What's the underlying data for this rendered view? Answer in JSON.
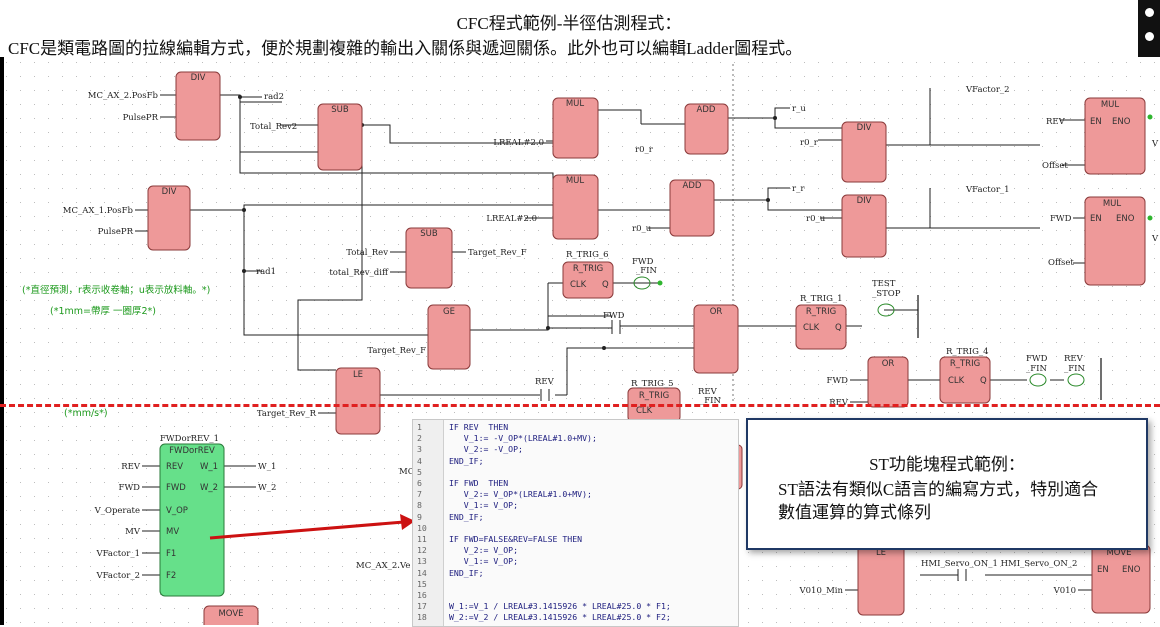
{
  "header": {
    "title": "CFC程式範例-半徑估測程式：",
    "subtitle": "CFC是類電路圖的拉線編輯方式，便於規劃複雜的輸出入關係與遞迴關係。此外也可以編輯Ladder圖程式。"
  },
  "blocks": [
    {
      "id": "div1",
      "name": "DIV"
    },
    {
      "id": "div2",
      "name": "DIV"
    },
    {
      "id": "sub1",
      "name": "SUB"
    },
    {
      "id": "sub2",
      "name": "SUB"
    },
    {
      "id": "mul1",
      "name": "MUL"
    },
    {
      "id": "mul2",
      "name": "MUL"
    },
    {
      "id": "add1",
      "name": "ADD"
    },
    {
      "id": "add2",
      "name": "ADD"
    },
    {
      "id": "div3",
      "name": "DIV"
    },
    {
      "id": "div4",
      "name": "DIV"
    },
    {
      "id": "mul3",
      "name": "MUL"
    },
    {
      "id": "mul4",
      "name": "MUL"
    },
    {
      "id": "mul3_en",
      "name": "EN"
    },
    {
      "id": "mul3_eno",
      "name": "ENO"
    },
    {
      "id": "mul4_en",
      "name": "EN"
    },
    {
      "id": "mul4_eno",
      "name": "ENO"
    },
    {
      "id": "rtrig6",
      "name": "R_TRIG"
    },
    {
      "id": "rtrig6_clk",
      "name": "CLK"
    },
    {
      "id": "rtrig6_q",
      "name": "Q"
    },
    {
      "id": "ge",
      "name": "GE"
    },
    {
      "id": "or1",
      "name": "OR"
    },
    {
      "id": "rtrig1",
      "name": "R_TRIG"
    },
    {
      "id": "rtrig1_clk",
      "name": "CLK"
    },
    {
      "id": "rtrig1_q",
      "name": "Q"
    },
    {
      "id": "le1",
      "name": "LE"
    },
    {
      "id": "or2",
      "name": "OR"
    },
    {
      "id": "rtrig4",
      "name": "R_TRIG"
    },
    {
      "id": "rtrig4_clk",
      "name": "CLK"
    },
    {
      "id": "rtrig4_q",
      "name": "Q"
    },
    {
      "id": "rtrig5",
      "name": "R_TRIG"
    },
    {
      "id": "rtrig5_clk",
      "name": "CLK"
    },
    {
      "id": "fwd_title",
      "name": "FWDorREV"
    },
    {
      "id": "fp_rev",
      "name": "REV"
    },
    {
      "id": "fp_fwd",
      "name": "FWD"
    },
    {
      "id": "fp_vop",
      "name": "V_OP"
    },
    {
      "id": "fp_mv",
      "name": "MV"
    },
    {
      "id": "fp_f1",
      "name": "F1"
    },
    {
      "id": "fp_f2",
      "name": "F2"
    },
    {
      "id": "fp_w1",
      "name": "W_1"
    },
    {
      "id": "fp_w2",
      "name": "W_2"
    },
    {
      "id": "le2",
      "name": "LE"
    },
    {
      "id": "move1",
      "name": "MOVE"
    },
    {
      "id": "move1_en",
      "name": "EN"
    },
    {
      "id": "move1_eno",
      "name": "ENO"
    },
    {
      "id": "move2",
      "name": "MOVE"
    }
  ],
  "labels": [
    {
      "id": "l_axis2",
      "text": "MC_AX_2.PosFb"
    },
    {
      "id": "l_pulse1",
      "text": "PulsePR"
    },
    {
      "id": "l_rad2",
      "text": "rad2"
    },
    {
      "id": "l_totalrev2",
      "text": "Total_Rev2"
    },
    {
      "id": "l_lreal1",
      "text": "LREAL#2.0"
    },
    {
      "id": "l_r0r",
      "text": "r0_r"
    },
    {
      "id": "l_ru",
      "text": "r_u"
    },
    {
      "id": "l_r0r2",
      "text": "r0_r"
    },
    {
      "id": "l_vf2",
      "text": "VFactor_2"
    },
    {
      "id": "l_rev1",
      "text": "REV"
    },
    {
      "id": "l_offset1",
      "text": "Offset"
    },
    {
      "id": "l_vcut1",
      "text": "V"
    },
    {
      "id": "l_axis1",
      "text": "MC_AX_1.PosFb"
    },
    {
      "id": "l_pulse2",
      "text": "PulsePR"
    },
    {
      "id": "l_lreal2",
      "text": "LREAL#2.0"
    },
    {
      "id": "l_r0u",
      "text": "r0_u"
    },
    {
      "id": "l_rr",
      "text": "r_r"
    },
    {
      "id": "l_r0u2",
      "text": "r0_u"
    },
    {
      "id": "l_vf1",
      "text": "VFactor_1"
    },
    {
      "id": "l_fwd1",
      "text": "FWD"
    },
    {
      "id": "l_offset2",
      "text": "Offset"
    },
    {
      "id": "l_vcut2",
      "text": "V"
    },
    {
      "id": "l_totalrev",
      "text": "Total_Rev"
    },
    {
      "id": "l_totalrevdiff",
      "text": "total_Rev_diff"
    },
    {
      "id": "l_targetrevf",
      "text": "Target_Rev_F"
    },
    {
      "id": "l_rad1",
      "text": "rad1"
    },
    {
      "id": "l_rtrig6name",
      "text": "R_TRIG_6"
    },
    {
      "id": "l_fwdfin_a",
      "text": "FWD"
    },
    {
      "id": "l_fwdfin_b",
      "text": "_FIN"
    },
    {
      "id": "l_test_a",
      "text": "TEST"
    },
    {
      "id": "l_test_b",
      "text": "_STOP"
    },
    {
      "id": "l_rtrig1name",
      "text": "R_TRIG_1"
    },
    {
      "id": "l_fwdcontact",
      "text": "FWD"
    },
    {
      "id": "l_targetrevf2",
      "text": "Target_Rev_F"
    },
    {
      "id": "l_revcontact",
      "text": "REV"
    },
    {
      "id": "l_rtrig5name",
      "text": "R_TRIG_5"
    },
    {
      "id": "l_rev_a",
      "text": "REV"
    },
    {
      "id": "l_rev_b",
      "text": "_FIN"
    },
    {
      "id": "l_fwd2",
      "text": "FWD"
    },
    {
      "id": "l_rev2",
      "text": "REV"
    },
    {
      "id": "l_rtrig4name",
      "text": "R_TRIG_4"
    },
    {
      "id": "l_fwdfin2_a",
      "text": "FWD"
    },
    {
      "id": "l_fwdfin2_b",
      "text": "_FIN"
    },
    {
      "id": "l_revfin2_a",
      "text": "REV"
    },
    {
      "id": "l_revfin2_b",
      "text": "_FIN"
    },
    {
      "id": "l_targetrevr",
      "text": "Target_Rev_R"
    },
    {
      "id": "l_fwdorrev1",
      "text": "FWDorREV_1"
    },
    {
      "id": "l_in_rev",
      "text": "REV"
    },
    {
      "id": "l_in_fwd",
      "text": "FWD"
    },
    {
      "id": "l_in_vop",
      "text": "V_Operate"
    },
    {
      "id": "l_in_mv",
      "text": "MV"
    },
    {
      "id": "l_in_vf1",
      "text": "VFactor_1"
    },
    {
      "id": "l_in_vf2",
      "text": "VFactor_2"
    },
    {
      "id": "l_out_w1",
      "text": "W_1"
    },
    {
      "id": "l_out_w2",
      "text": "W_2"
    },
    {
      "id": "l_mc",
      "text": "MC"
    },
    {
      "id": "l_mcax2v",
      "text": "MC_AX_2.Ve"
    },
    {
      "id": "l_v010min",
      "text": "V010_Min"
    },
    {
      "id": "l_hmi",
      "text": "HMI_Servo_ON_1 HMI_Servo_ON_2"
    },
    {
      "id": "l_v010",
      "text": "V010"
    }
  ],
  "comments": [
    {
      "id": "c1",
      "text": "(*直徑預測，r表示收卷軸；u表示放料軸。*)"
    },
    {
      "id": "c2",
      "text": "(*1mm=帶厚 一圈厚2*)"
    },
    {
      "id": "c3",
      "text": "(*mm/s*)"
    }
  ],
  "code": {
    "lines": [
      {
        "n": "1",
        "t": "IF REV  THEN"
      },
      {
        "n": "2",
        "t": "   V_1:= -V_OP*(LREAL#1.0+MV);"
      },
      {
        "n": "3",
        "t": "   V_2:= -V_OP;"
      },
      {
        "n": "4",
        "t": "END_IF;"
      },
      {
        "n": "5",
        "t": ""
      },
      {
        "n": "6",
        "t": "IF FWD  THEN"
      },
      {
        "n": "7",
        "t": "   V_2:= V_OP*(LREAL#1.0+MV);"
      },
      {
        "n": "8",
        "t": "   V_1:= V_OP;"
      },
      {
        "n": "9",
        "t": "END_IF;"
      },
      {
        "n": "10",
        "t": ""
      },
      {
        "n": "11",
        "t": "IF FWD=FALSE&REV=FALSE THEN"
      },
      {
        "n": "12",
        "t": "   V_2:= V_OP;"
      },
      {
        "n": "13",
        "t": "   V_1:= V_OP;"
      },
      {
        "n": "14",
        "t": "END_IF;"
      },
      {
        "n": "15",
        "t": ""
      },
      {
        "n": "16",
        "t": ""
      },
      {
        "n": "17",
        "t": "W_1:=V_1 / LREAL#3.1415926 * LREAL#25.0 * F1;"
      },
      {
        "n": "18",
        "t": "W_2:=V_2 / LREAL#3.1415926 * LREAL#25.0 * F2;"
      }
    ]
  },
  "st_box": {
    "title": "ST功能塊程式範例：",
    "line1": "ST語法有類似C語言的編寫方式，特別適合",
    "line2": "數值運算的算式條列"
  },
  "colors": {
    "block_fill": "#ee9999",
    "block_stroke": "#8a3a3a",
    "fb_fill": "#66e08a",
    "comment": "#1d9a1d",
    "divider": "#e02020",
    "arrow": "#cc1111"
  }
}
